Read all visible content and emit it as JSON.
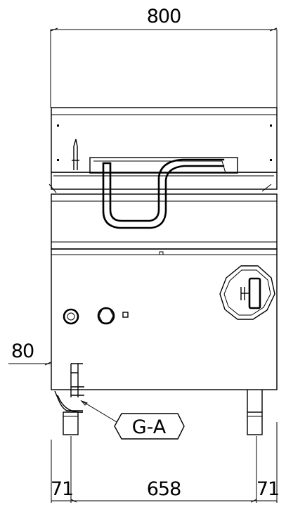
{
  "drawing": {
    "dimensions": {
      "overall_width": "800",
      "rear_offset": "80",
      "left_leg_offset": "71",
      "leg_spacing": "658",
      "right_leg_offset": "71"
    },
    "callout": {
      "label": "G-A"
    }
  }
}
